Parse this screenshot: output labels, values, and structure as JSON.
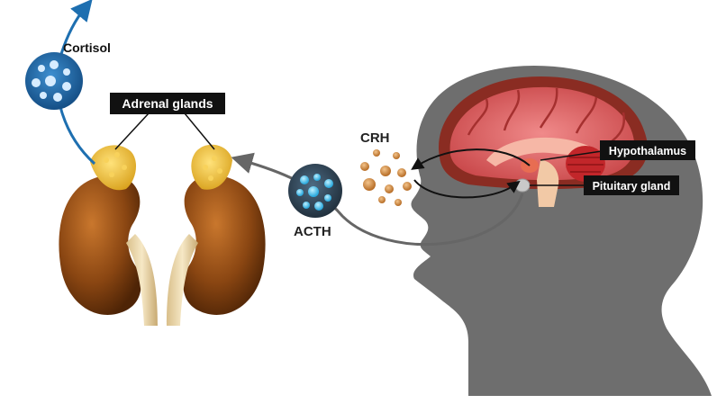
{
  "labels": {
    "cortisol": "Cortisol",
    "adrenal_glands": "Adrenal glands",
    "crh": "CRH",
    "acth": "ACTH",
    "hypothalamus": "Hypothalamus",
    "pituitary_gland": "Pituitary gland"
  },
  "colors": {
    "cortisol_blue": "#1e6fb0",
    "acth_blue": "#39b9e6",
    "crh_orange": "#d4944a",
    "head_gray": "#6e6e6e",
    "label_bg": "#111111",
    "kidney_brown": "#8a4612",
    "adrenal_yellow": "#e8b930"
  }
}
